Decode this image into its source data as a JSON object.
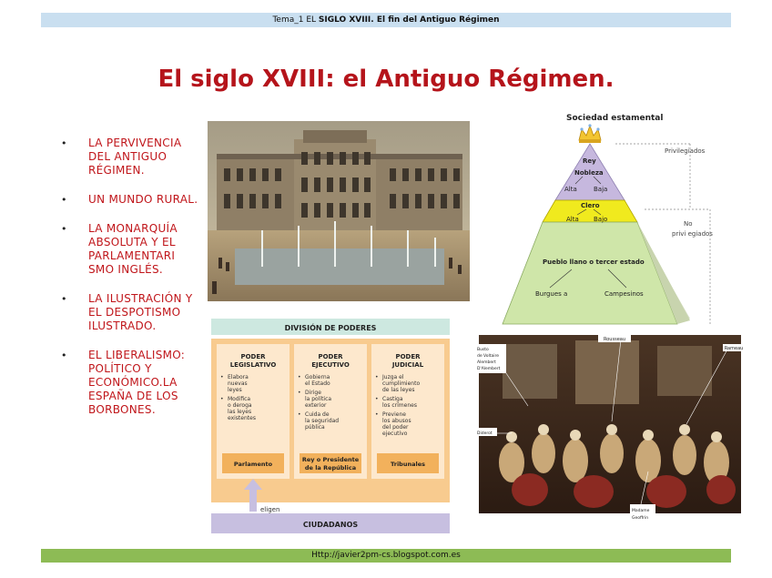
{
  "header": {
    "prefix": "Tema_1 EL",
    "title_bold": "SIGLO XVIII. El fin del Antiguo Régimen"
  },
  "title": "El siglo XVIII: el Antiguo Régimen.",
  "bullets": [
    "LA PERVIVENCIA DEL ANTIGUO RÉGIMEN.",
    "UN MUNDO RURAL.",
    "LA MONARQUÍA ABSOLUTA Y EL PARLAMENTARI SMO INGLÉS.",
    "LA ILUSTRACIÓN Y EL DESPOTISMO ILUSTRADO.",
    "EL LIBERALISMO: POLÍTICO Y ECONÓMICO.LA ESPAÑA DE LOS BORBONES."
  ],
  "bullet_marker": "•",
  "pyramid": {
    "title": "Sociedad estamental",
    "rey": "Rey",
    "nobleza": "Nobleza",
    "nobleza_alta": "Alta",
    "nobleza_baja": "Baja",
    "clero": "Clero",
    "clero_alta": "Alta",
    "clero_bajo": "Bajo",
    "pueblo": "Pueblo llano o tercer estado",
    "burguesia": "Burgues a",
    "campesinos": "Campesinos",
    "privilegiados": "Privilegiados",
    "no_privilegiados_1": "No",
    "no_privilegiados_2": "privi egiados"
  },
  "poderes": {
    "title": "DIVISIÓN DE PODERES",
    "columns": [
      {
        "head": [
          "PODER",
          "LEGISLATIVO"
        ],
        "items": [
          "Elabora",
          "nuevas",
          "leyes",
          "Modifica",
          "o deroga",
          "las leyes",
          "existentes"
        ],
        "organ": [
          "Parlamento"
        ]
      },
      {
        "head": [
          "PODER",
          "EJECUTIVO"
        ],
        "items": [
          "Gobierna",
          "el Estado",
          "Dirige",
          "la política",
          "exterior",
          "Cuida de",
          "la seguridad",
          "pública"
        ],
        "organ": [
          "Rey o Presidente",
          "de la República"
        ]
      },
      {
        "head": [
          "PODER",
          "JUDICIAL"
        ],
        "items": [
          "Juzga el",
          "cumplimiento",
          "de las leyes",
          "Castiga",
          "los crímenes",
          "Previene",
          "los abusos",
          "del poder",
          "ejecutivo"
        ],
        "organ": [
          "Tribunales"
        ]
      }
    ],
    "eligen": "eligen",
    "ciudadanos": "CIUDADANOS"
  },
  "painting_labels": {
    "top": "Rousseau",
    "right": "Rameau",
    "left_top": [
      "Busto",
      "de Voltaire",
      "Alembert",
      "D'Alembert"
    ],
    "left_mid": "Diderot",
    "bottom": [
      "Madame",
      "Geoffrin"
    ]
  },
  "footer": "Http://javier2pm-cs.blogspot.com.es",
  "colors": {
    "title": "#b5141b",
    "header_bg": "#c9dff0",
    "footer_bg": "#8dbb55"
  }
}
